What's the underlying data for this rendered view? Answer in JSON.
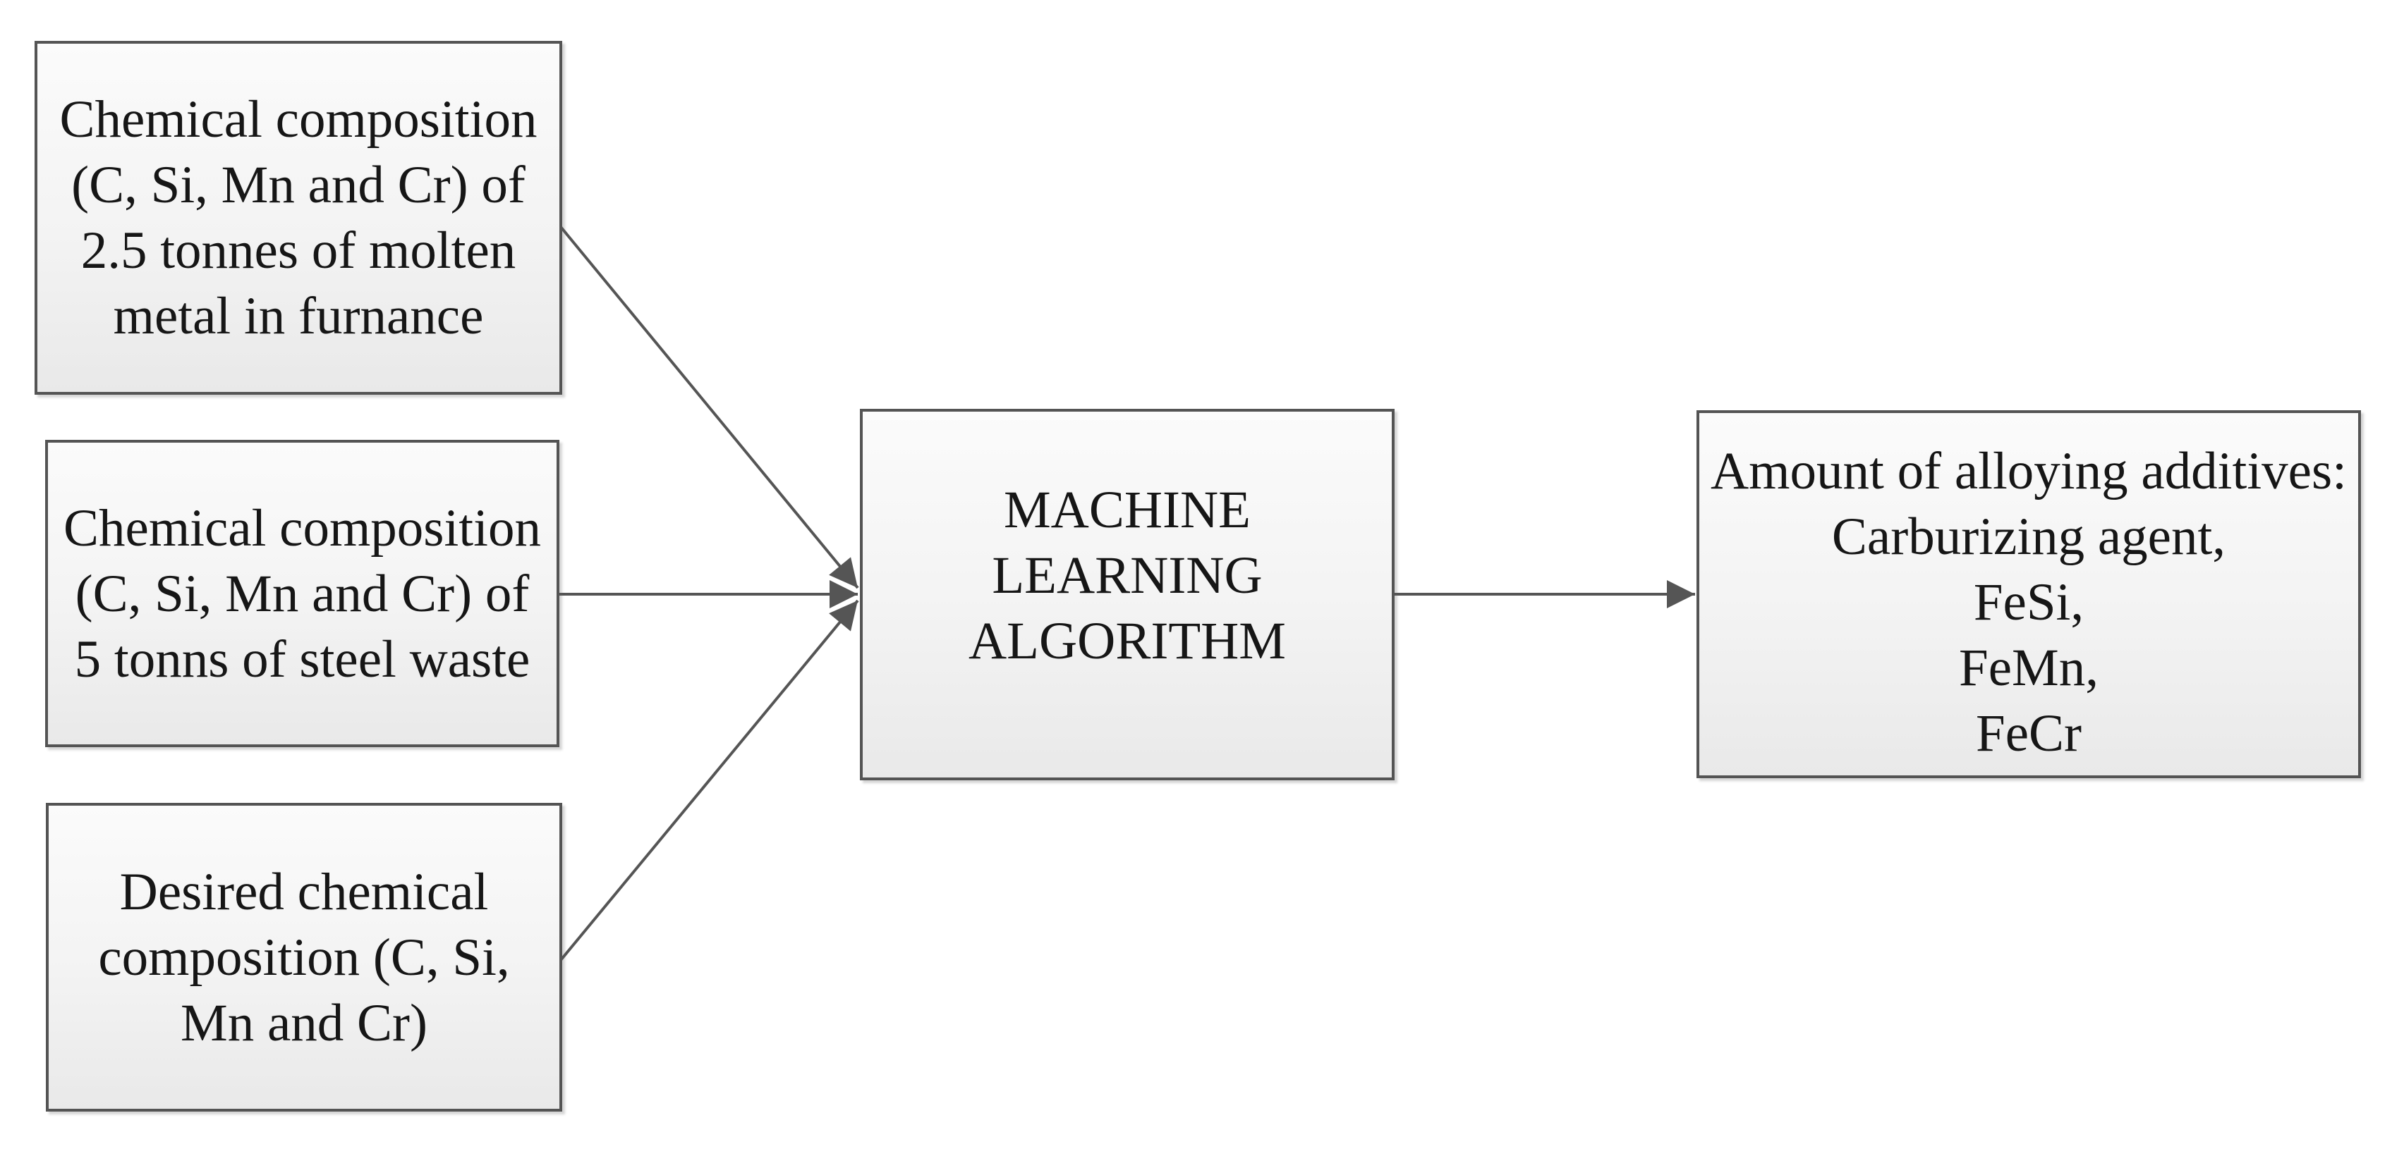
{
  "diagram": {
    "type": "flowchart",
    "colors": {
      "background": "#ffffff",
      "box-border": "#545454",
      "box-fill-top": "#fbfbfb",
      "box-fill-mid": "#f3f3f3",
      "box-fill-bottom": "#e9e9e9",
      "arrow": "#555555",
      "text": "#161616"
    },
    "nodes": {
      "input_molten_metal": {
        "role": "input",
        "text": "Chemical composition\n(C, Si, Mn and Cr) of\n2.5 tonnes of molten\nmetal in furnance"
      },
      "input_steel_waste": {
        "role": "input",
        "text": "Chemical composition\n(C, Si, Mn and Cr) of\n5 tonns of steel waste"
      },
      "input_desired_composition": {
        "role": "input",
        "text": "Desired chemical\ncomposition (C, Si,\nMn and Cr)"
      },
      "process_ml": {
        "role": "process",
        "text": "MACHINE\nLEARNING\nALGORITHM"
      },
      "output_additives": {
        "role": "output",
        "text": "Amount of alloying additives:\nCarburizing agent,\nFeSi,\nFeMn,\nFeCr"
      }
    },
    "edges": [
      {
        "from": "input_molten_metal",
        "to": "process_ml"
      },
      {
        "from": "input_steel_waste",
        "to": "process_ml"
      },
      {
        "from": "input_desired_composition",
        "to": "process_ml"
      },
      {
        "from": "process_ml",
        "to": "output_additives"
      }
    ]
  }
}
